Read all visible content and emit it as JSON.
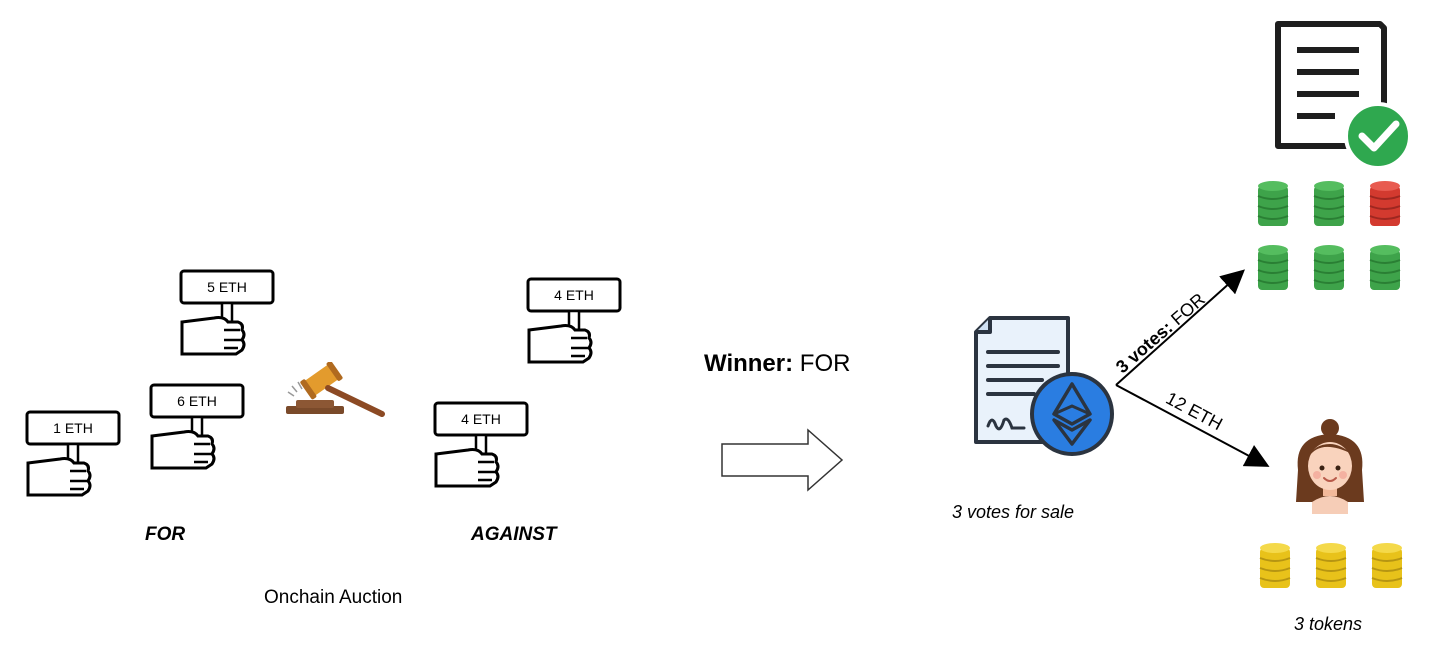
{
  "auction": {
    "title": "Onchain Auction",
    "for_label": "FOR",
    "against_label": "AGAINST",
    "for_bids": [
      "1 ETH",
      "6 ETH",
      "5 ETH"
    ],
    "against_bids": [
      "4 ETH",
      "4 ETH"
    ]
  },
  "result": {
    "winner_key": "Winner:",
    "winner_value": "FOR"
  },
  "sale": {
    "caption": "3 votes for sale",
    "arrow_up_key": "3 votes:",
    "arrow_up_value": "FOR",
    "arrow_down_label": "12 ETH"
  },
  "holder": {
    "caption": "3 tokens"
  },
  "colors": {
    "green_coin": "#3ea34a",
    "red_coin": "#d33a2f",
    "gold_coin": "#e8c21a",
    "eth_blue": "#2a7de1",
    "check_green": "#2fa84f"
  }
}
